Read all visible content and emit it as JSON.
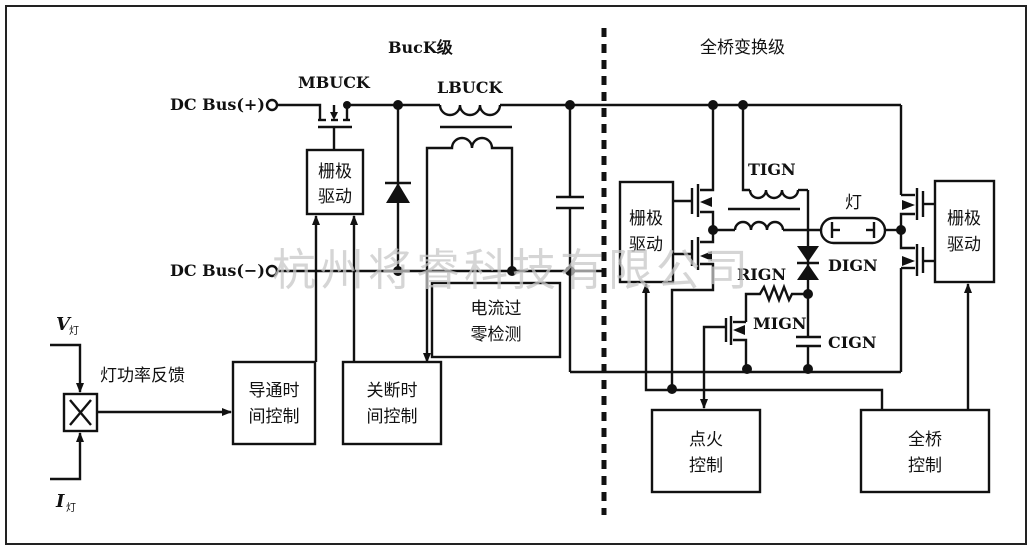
{
  "sections": {
    "buck_title": "BucK级",
    "bridge_title": "全桥变换级"
  },
  "terminals": {
    "dc_bus_pos": "DC Bus(+)",
    "dc_bus_neg": "DC Bus(−)"
  },
  "components": {
    "mbuck": "MBUCK",
    "lbuck": "LBUCK",
    "tign": "TIGN",
    "lamp": "灯",
    "dign": "DIGN",
    "rign": "RIGN",
    "mign": "MIGN",
    "cign": "CIGN"
  },
  "blocks": {
    "gate_drive_buck": [
      "栅极",
      "驱动"
    ],
    "gate_drive_left": [
      "栅极",
      "驱动"
    ],
    "gate_drive_right": [
      "栅极",
      "驱动"
    ],
    "zero_cross": [
      "电流过",
      "零检测"
    ],
    "on_time": [
      "导通时",
      "间控制"
    ],
    "off_time": [
      "关断时",
      "间控制"
    ],
    "ignition": [
      "点火",
      "控制"
    ],
    "bridge_ctrl": [
      "全桥",
      "控制"
    ]
  },
  "feedback": {
    "label": "灯功率反馈",
    "v_symbol": "V",
    "v_sub": "灯",
    "i_symbol": "I",
    "i_sub": "灯",
    "multiplier": "×"
  },
  "watermark": "杭州将睿科技有限公司"
}
